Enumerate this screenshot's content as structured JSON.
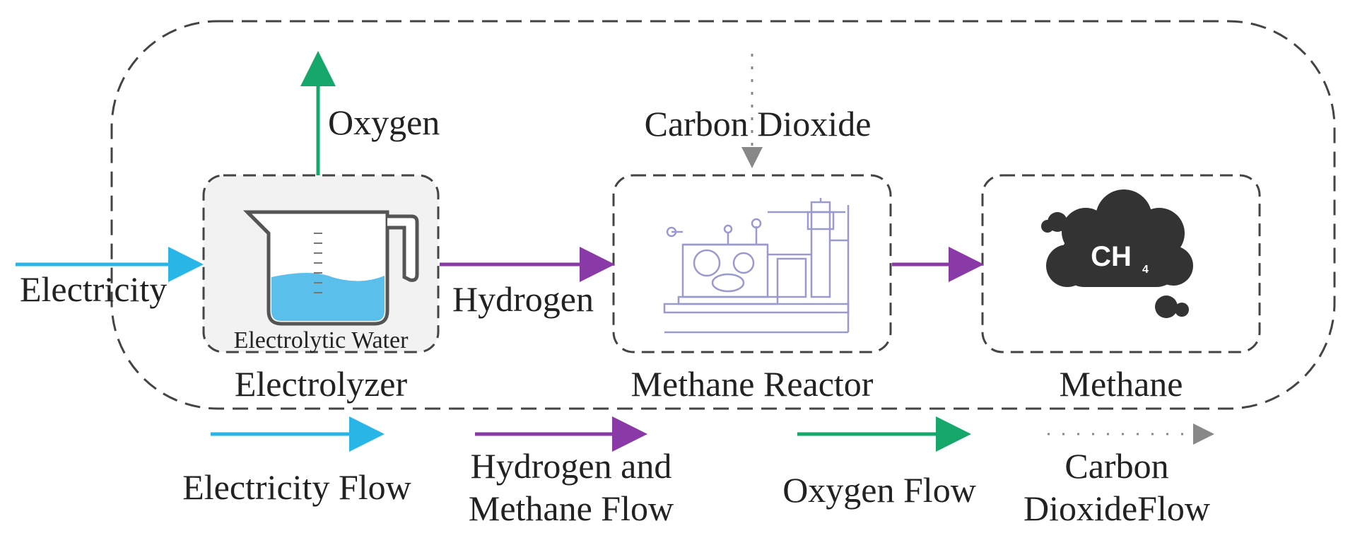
{
  "colors": {
    "electricity": "#29b6e6",
    "hydrogen": "#8a3aa6",
    "oxygen": "#15a86a",
    "carbon_dioxide": "#888888",
    "dashed_border": "#444444",
    "water": "#5bbfec",
    "cloud": "#333333"
  },
  "inputs": {
    "electricity": "Electricity",
    "oxygen": "Oxygen",
    "hydrogen": "Hydrogen",
    "carbon_dioxide": "Carbon Dioxide"
  },
  "units": {
    "electrolyzer": {
      "label": "Electrolyzer",
      "inner_label": "Electrolytic Water",
      "icon": "measuring-jug-icon"
    },
    "methane_reactor": {
      "label": "Methane Reactor",
      "icon": "reactor-machine-icon"
    },
    "methane": {
      "label": "Methane",
      "icon": "methane-cloud-icon",
      "formula": "CH",
      "subscript": "4"
    }
  },
  "legend": {
    "electricity_flow": "Electricity Flow",
    "hydrogen_methane_flow_line1": "Hydrogen and",
    "hydrogen_methane_flow_line2": "Methane Flow",
    "oxygen_flow": "Oxygen Flow",
    "co2_flow_line1": "Carbon",
    "co2_flow_line2": "DioxideFlow"
  }
}
